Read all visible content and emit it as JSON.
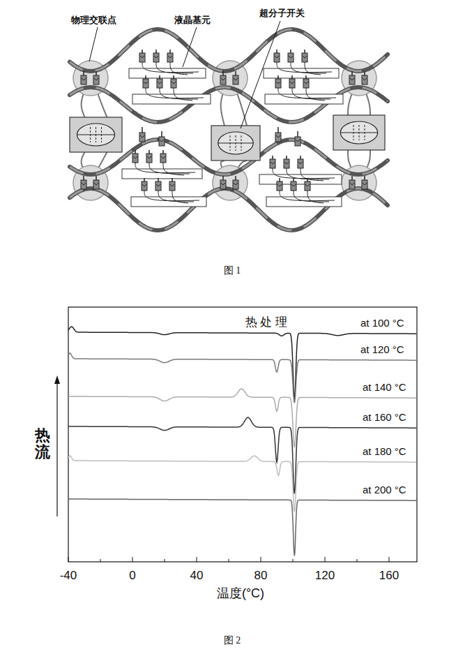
{
  "diagram": {
    "labels": [
      "物理交联点",
      "液晶基元",
      "超分子开关",
      "图 1",
      "热 处 理",
      "at 100 °C",
      "at 120 °C",
      "at 140 °C",
      "at 160 °C",
      "at 180 °C",
      "at 200 °C",
      "热 流",
      "-40",
      "0",
      "40",
      "80",
      "120",
      "160",
      "温度(°C)",
      "图 2"
    ]
  }
}
